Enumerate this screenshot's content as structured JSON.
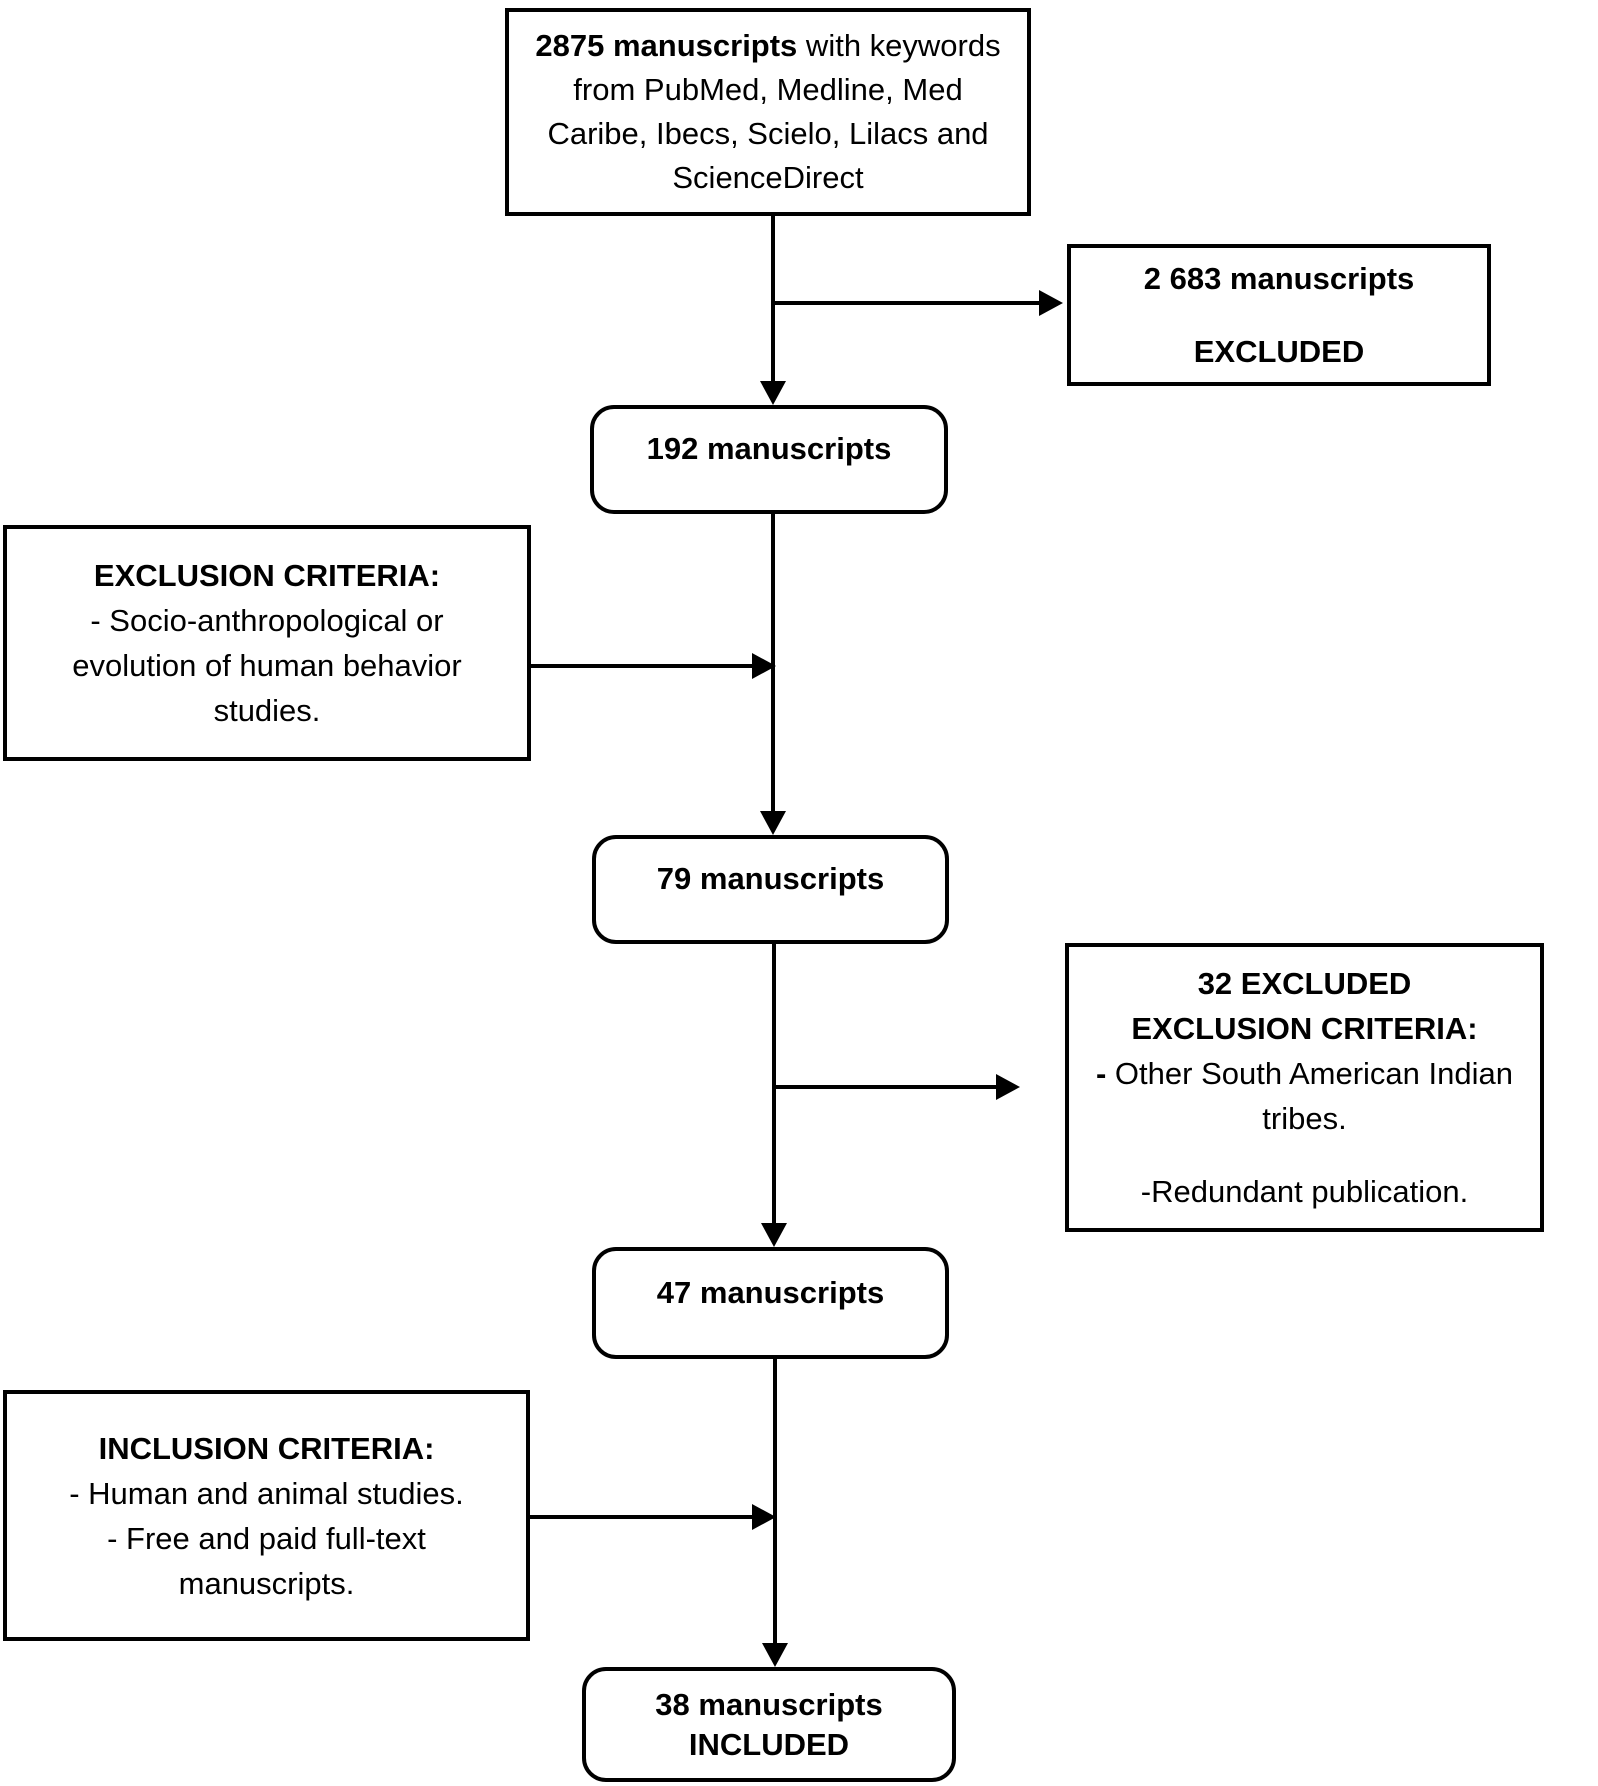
{
  "colors": {
    "ink": "#000000",
    "paper": "#ffffff"
  },
  "flow": {
    "source": {
      "count": "2875 manuscripts",
      "line1_rest": " with keywords",
      "line2": "from PubMed, Medline, Med",
      "line3": "Caribe, Ibecs, Scielo, Lilacs and",
      "line4": "ScienceDirect"
    },
    "excluded_first": {
      "count": "2 683 manuscripts",
      "status": "EXCLUDED"
    },
    "stage1": {
      "label": "192 manuscripts"
    },
    "exclusion_criteria": {
      "title": "EXCLUSION CRITERIA:",
      "line1": "- Socio-anthropological or",
      "line2": "evolution of human behavior",
      "line3": "studies."
    },
    "stage2": {
      "label": "79 manuscripts"
    },
    "excluded_second": {
      "title1": "32 EXCLUDED",
      "title2": "EXCLUSION CRITERIA:",
      "item1_dash": "-",
      "item1_rest": " Other South American Indian",
      "item1_cont": "tribes.",
      "item2": "-Redundant publication."
    },
    "stage3": {
      "label": "47 manuscripts"
    },
    "inclusion_criteria": {
      "title": "INCLUSION CRITERIA:",
      "line1": "- Human and animal studies.",
      "line2": "- Free and paid full-text",
      "line3": "manuscripts."
    },
    "final": {
      "count": "38 manuscripts",
      "status": "INCLUDED"
    }
  }
}
